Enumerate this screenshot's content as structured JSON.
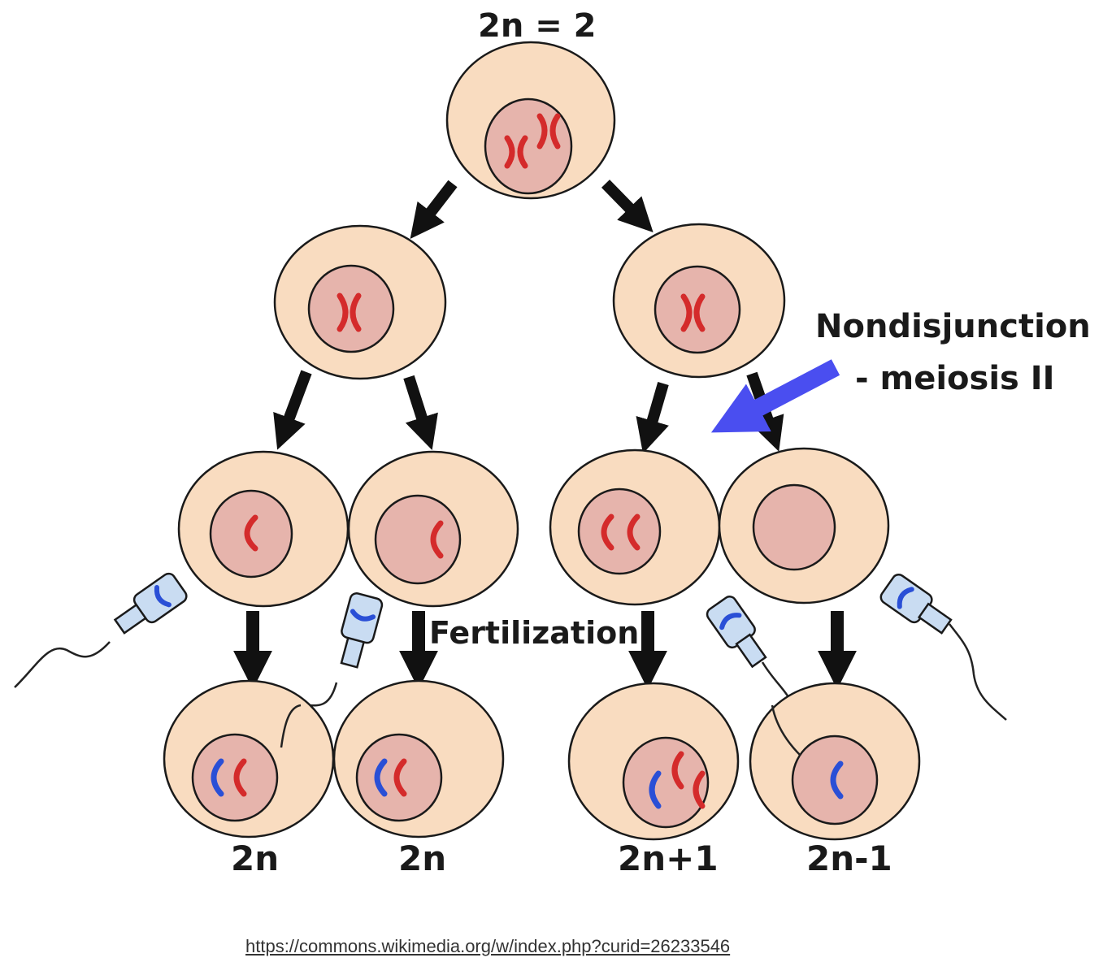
{
  "title": "2n = 2",
  "annotation": {
    "line1": "Nondisjunction",
    "line2": "- meiosis II"
  },
  "fertilization_label": "Fertilization",
  "ploidy_labels": [
    "2n",
    "2n",
    "2n+1",
    "2n-1"
  ],
  "source_link": "https://commons.wikimedia.org/w/index.php?curid=26233546",
  "colors": {
    "cytoplasm": "#f9dcc0",
    "nucleus": "#e6b4ac",
    "maternal_chromosome": "#d42b2b",
    "paternal_chromosome": "#2a4fd6",
    "sperm_head": "#c9dcf2",
    "annotation_arrow": "#4a4ef0",
    "arrow": "#111111"
  }
}
